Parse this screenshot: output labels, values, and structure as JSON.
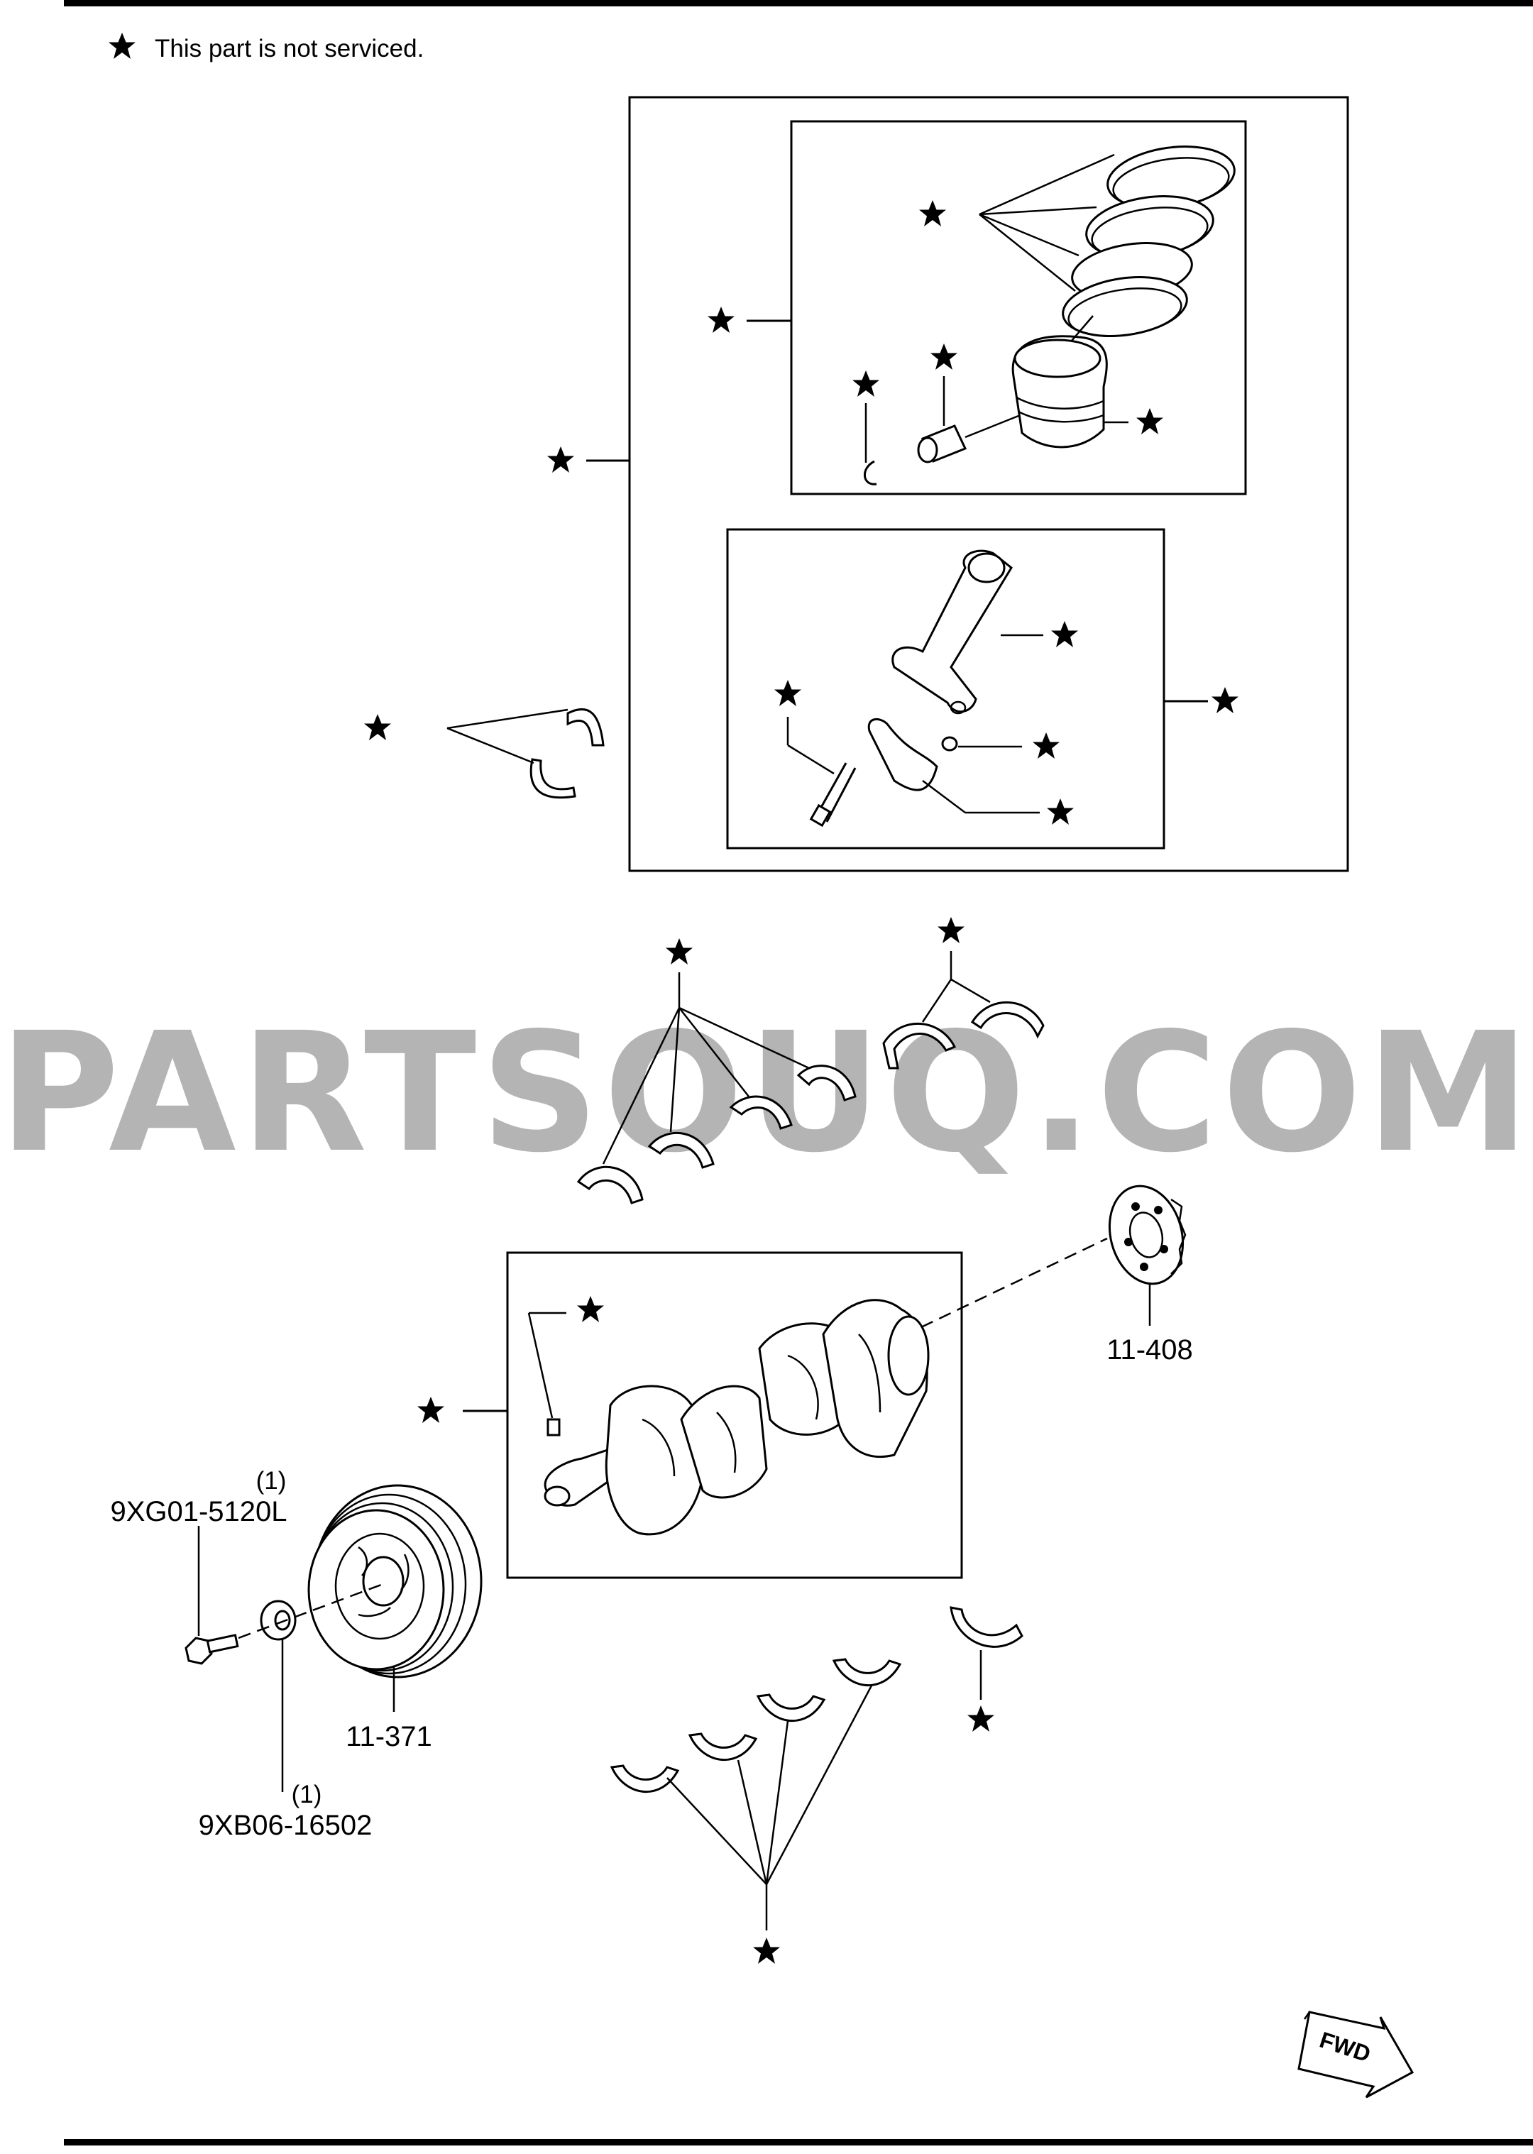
{
  "header": {
    "note": "This part is not serviced."
  },
  "watermark": {
    "text": "PARTSOUQ.COM",
    "color": "#b4b4b4"
  },
  "parts": [
    {
      "part_number": "11-408",
      "label": "11-408"
    },
    {
      "part_number": "11-371",
      "label": "11-371"
    },
    {
      "part_number": "9XG01-5120L",
      "label": "9XG01-5120L",
      "quantity": "(1)"
    },
    {
      "part_number": "9XB06-16502",
      "label": "9XB06-16502",
      "quantity": "(1)"
    }
  ],
  "fwd_badge": {
    "text": "FWD"
  },
  "icons": {
    "not_serviced": "star-icon"
  }
}
